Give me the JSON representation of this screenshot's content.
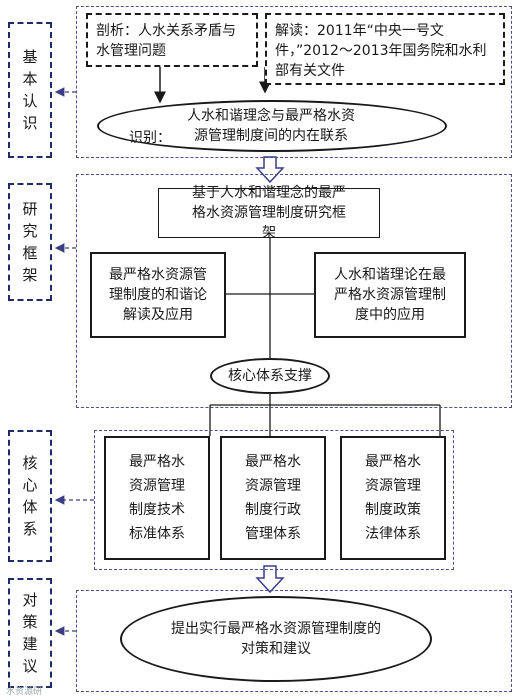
{
  "sections": {
    "s1": "基本认识",
    "s2": "研究框架",
    "s3": "核心体系",
    "s4": "对策建议"
  },
  "row1": {
    "analysis": "剖析：人水关系矛盾与水管理问题",
    "interpret": "解读：2011年“中央一号文件，”2012～2013年国务院和水利部有关文件",
    "identify": "识别：",
    "identify_text": "人水和谐理念与最严格水资源管理制度间的内在联系"
  },
  "row2": {
    "framework": "基于人水和谐理念的最严格水资源管理制度研究框架",
    "left": "最严格水资源管理制度的和谐论解读及应用",
    "right": "人水和谐理论在最严格水资源管理制度中的应用",
    "support": "核心体系支撑"
  },
  "row3": {
    "items": [
      "最严格水资源管理制度技术标准体系",
      "最严格水资源管理制度行政管理体系",
      "最严格水资源管理制度政策法律体系"
    ]
  },
  "row4": {
    "proposal": "提出实行最严格水资源管理制度的对策和建议"
  },
  "watermark": "水资源研"
}
